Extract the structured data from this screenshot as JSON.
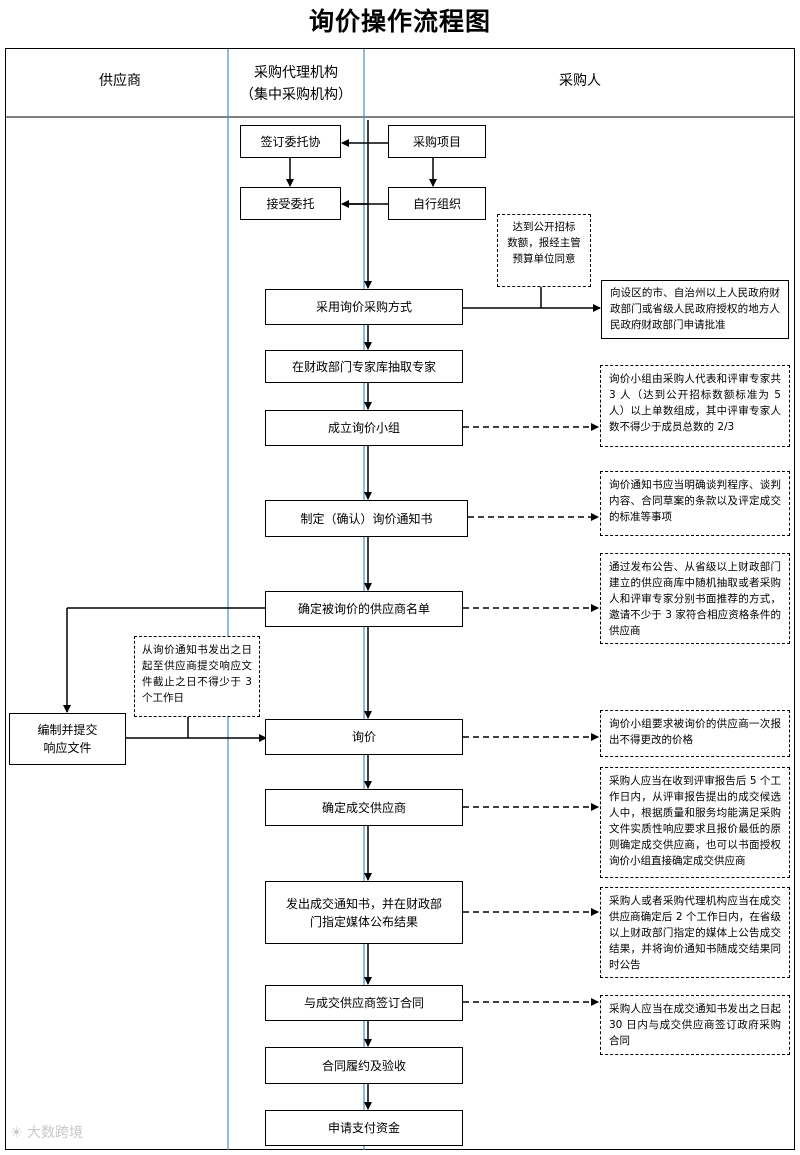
{
  "title": "询价操作流程图",
  "lanes": {
    "supplier": "供应商",
    "agency": [
      "采购代理机构",
      "（集中采购机构）"
    ],
    "purchaser": "采购人"
  },
  "steps": {
    "sign_entrust": "签订委托协",
    "purchase_project": "采购项目",
    "accept_entrust": "接受委托",
    "self_organize": "自行组织",
    "inquiry_method": "采用询价采购方式",
    "draw_experts": "在财政部门专家库抽取专家",
    "form_group": "成立询价小组",
    "inquiry_notice": "制定（确认）询价通知书",
    "supplier_list": "确定被询价的供应商名单",
    "prepare_response": [
      "编制并提交",
      "响应文件"
    ],
    "inquiry": "询价",
    "determine_supplier": "确定成交供应商",
    "issue_notice": [
      "发出成交通知书，并在财政部",
      "门指定媒体公布结果"
    ],
    "sign_contract": "与成交供应商签订合同",
    "acceptance": "合同履约及验收",
    "payment": "申请支付资金"
  },
  "notes": {
    "threshold": [
      "达到公开招标",
      "数额，报经主管",
      "预算单位同意"
    ],
    "approval": "向设区的市、自治州以上人民政府财政部门或省级人民政府授权的地方人民政府财政部门申请批准",
    "group_rule": "询价小组由采购人代表和评审专家共 3 人（达到公开招标数额标准为 5 人）以上单数组成，其中评审专家人数不得少于成员总数的 2/3",
    "notice_rule": "询价通知书应当明确谈判程序、谈判内容、合同草案的条款以及评定成交的标准等事项",
    "list_rule": "通过发布公告、从省级以上财政部门建立的供应商库中随机抽取或者采购人和评审专家分别书面推荐的方式，邀请不少于 3 家符合相应资格条件的供应商",
    "deadline": "从询价通知书发出之日起至供应商提交响应文件截止之日不得少于 3 个工作日",
    "quote_rule": "询价小组要求被询价的供应商一次报出不得更改的价格",
    "determine_rule": "采购人应当在收到评审报告后 5 个工作日内，从评审报告提出的成交候选人中，根据质量和服务均能满足采购文件实质性响应要求且报价最低的原则确定成交供应商，也可以书面授权询价小组直接确定成交供应商",
    "announce_rule": "采购人或者采购代理机构应当在成交供应商确定后 2 个工作日内，在省级以上财政部门指定的媒体上公告成交结果，并将询价通知书随成交结果同时公告",
    "contract_rule": "采购人应当在成交通知书发出之日起 30 日内与成交供应商签订政府采购合同"
  },
  "watermark": "大数跨境"
}
